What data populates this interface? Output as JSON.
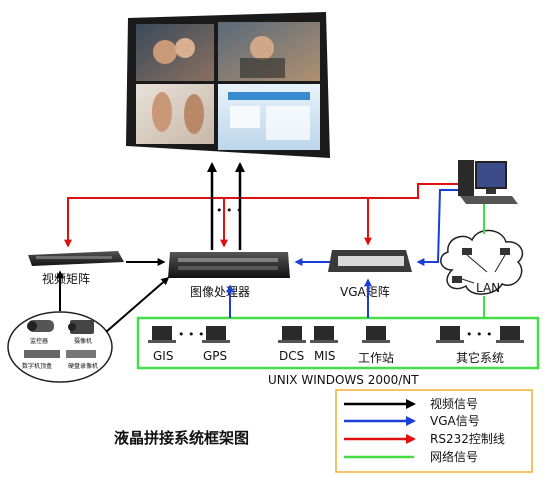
{
  "title": "液晶拼接系统框架图",
  "nodes": {
    "video_matrix": "视频矩阵",
    "image_processor": "图像处理器",
    "vga_matrix": "VGA矩阵",
    "lan": "LAN",
    "network_caption": "UNIX WINDOWS 2000/NT",
    "gis": "GIS",
    "gps": "GPS",
    "dcs": "DCS",
    "mis": "MIS",
    "workstation": "工作站",
    "other_systems": "其它系统",
    "ellipsis": "• • •",
    "cameras": {
      "monitor": "监控器",
      "camcorder": "摄像机",
      "digital_cam": "数字机顶盒",
      "dvr": "硬盘录像机"
    }
  },
  "legend": [
    {
      "label": "视频信号",
      "color": "#000000"
    },
    {
      "label": "VGA信号",
      "color": "#1a3fd8"
    },
    {
      "label": "RS232控制线",
      "color": "#e01010"
    },
    {
      "label": "网络信号",
      "color": "#44dd44"
    }
  ],
  "colors": {
    "video": "#000000",
    "vga": "#1a3fd8",
    "rs232": "#e01010",
    "network": "#44dd44",
    "legend_border": "#f0b030"
  }
}
